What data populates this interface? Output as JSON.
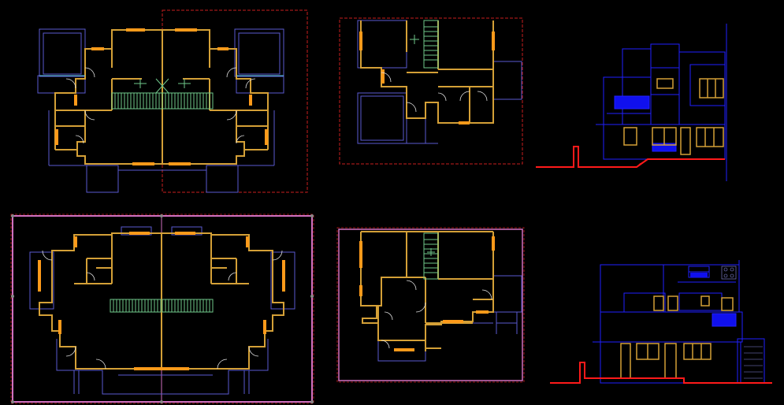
{
  "drawing": {
    "background": "#000000",
    "colors": {
      "wall": "#d4a037",
      "wall_accent": "#ff9a1a",
      "outline": "#5a5acf",
      "outline_light": "#8a8ae0",
      "section": "#ff1a1a",
      "frame_red": "#c81e1e",
      "frame_pink": "#d070c0",
      "stair": "#6fc78a",
      "door": "#e0e0e0",
      "elev_line": "#2020ff",
      "elev_fill": "#1010ee",
      "glass": "#5ac8d8"
    },
    "panels": [
      {
        "id": "ground-floor-plan-duplex",
        "type": "floor-plan"
      },
      {
        "id": "upper-floor-plan-unit",
        "type": "floor-plan"
      },
      {
        "id": "front-elevation",
        "type": "elevation"
      },
      {
        "id": "first-floor-plan-duplex",
        "type": "floor-plan"
      },
      {
        "id": "ground-floor-plan-unit",
        "type": "floor-plan"
      },
      {
        "id": "side-elevation",
        "type": "elevation"
      }
    ]
  }
}
